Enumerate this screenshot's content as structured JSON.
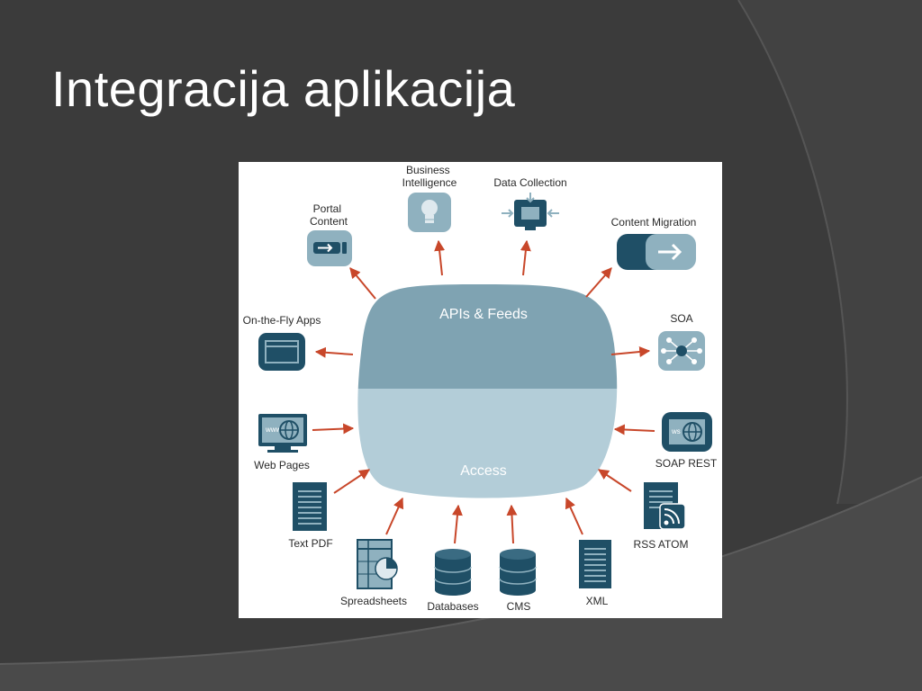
{
  "slide": {
    "title": "Integracija aplikacija",
    "background_color": "#3b3b3b"
  },
  "diagram": {
    "hub": {
      "top_label": "APIs & Feeds",
      "bottom_label": "Access",
      "top_color": "#7fa3b2",
      "bottom_color": "#b3cdd8"
    },
    "outputs": [
      {
        "label_lines": [
          "Portal",
          "Content"
        ],
        "icon": "arrow-box-icon"
      },
      {
        "label_lines": [
          "Business",
          "Intelligence"
        ],
        "icon": "lightbulb-icon"
      },
      {
        "label_lines": [
          "Data Collection"
        ],
        "icon": "data-collect-icon"
      },
      {
        "label_lines": [
          "Content Migration"
        ],
        "icon": "migration-icon"
      },
      {
        "label_lines": [
          "SOA"
        ],
        "icon": "network-icon"
      },
      {
        "label_lines": [
          "On-the-Fly Apps"
        ],
        "icon": "window-icon"
      }
    ],
    "inputs": [
      {
        "label_lines": [
          "Web Pages"
        ],
        "icon": "monitor-globe-icon",
        "icon_text": "www"
      },
      {
        "label_lines": [
          "SOAP REST"
        ],
        "icon": "ws-globe-icon",
        "icon_text": "ws"
      },
      {
        "label_lines": [
          "Text PDF"
        ],
        "icon": "document-icon"
      },
      {
        "label_lines": [
          "RSS ATOM"
        ],
        "icon": "rss-document-icon"
      },
      {
        "label_lines": [
          "Spreadsheets"
        ],
        "icon": "spreadsheet-icon"
      },
      {
        "label_lines": [
          "Databases"
        ],
        "icon": "database-icon"
      },
      {
        "label_lines": [
          "CMS"
        ],
        "icon": "database-icon"
      },
      {
        "label_lines": [
          "XML"
        ],
        "icon": "document-icon"
      }
    ],
    "colors": {
      "arrow": "#c8472a",
      "icon_dark": "#1f4f66",
      "icon_light": "#8fb1bf"
    }
  }
}
